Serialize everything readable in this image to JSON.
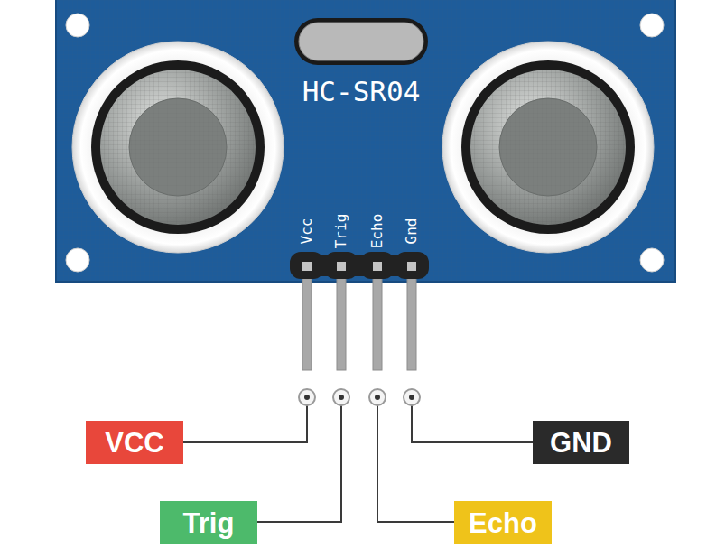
{
  "diagram": {
    "nodes": [
      {
        "text": [
          "VCC"
        ]
      },
      {
        "text": [
          "GND"
        ]
      },
      {
        "text": [
          "Trig"
        ]
      },
      {
        "text": [
          "Echo"
        ]
      }
    ],
    "labels": [
      "HC-SR04",
      "Vcc",
      "Trig",
      "Echo",
      "Gnd"
    ]
  }
}
